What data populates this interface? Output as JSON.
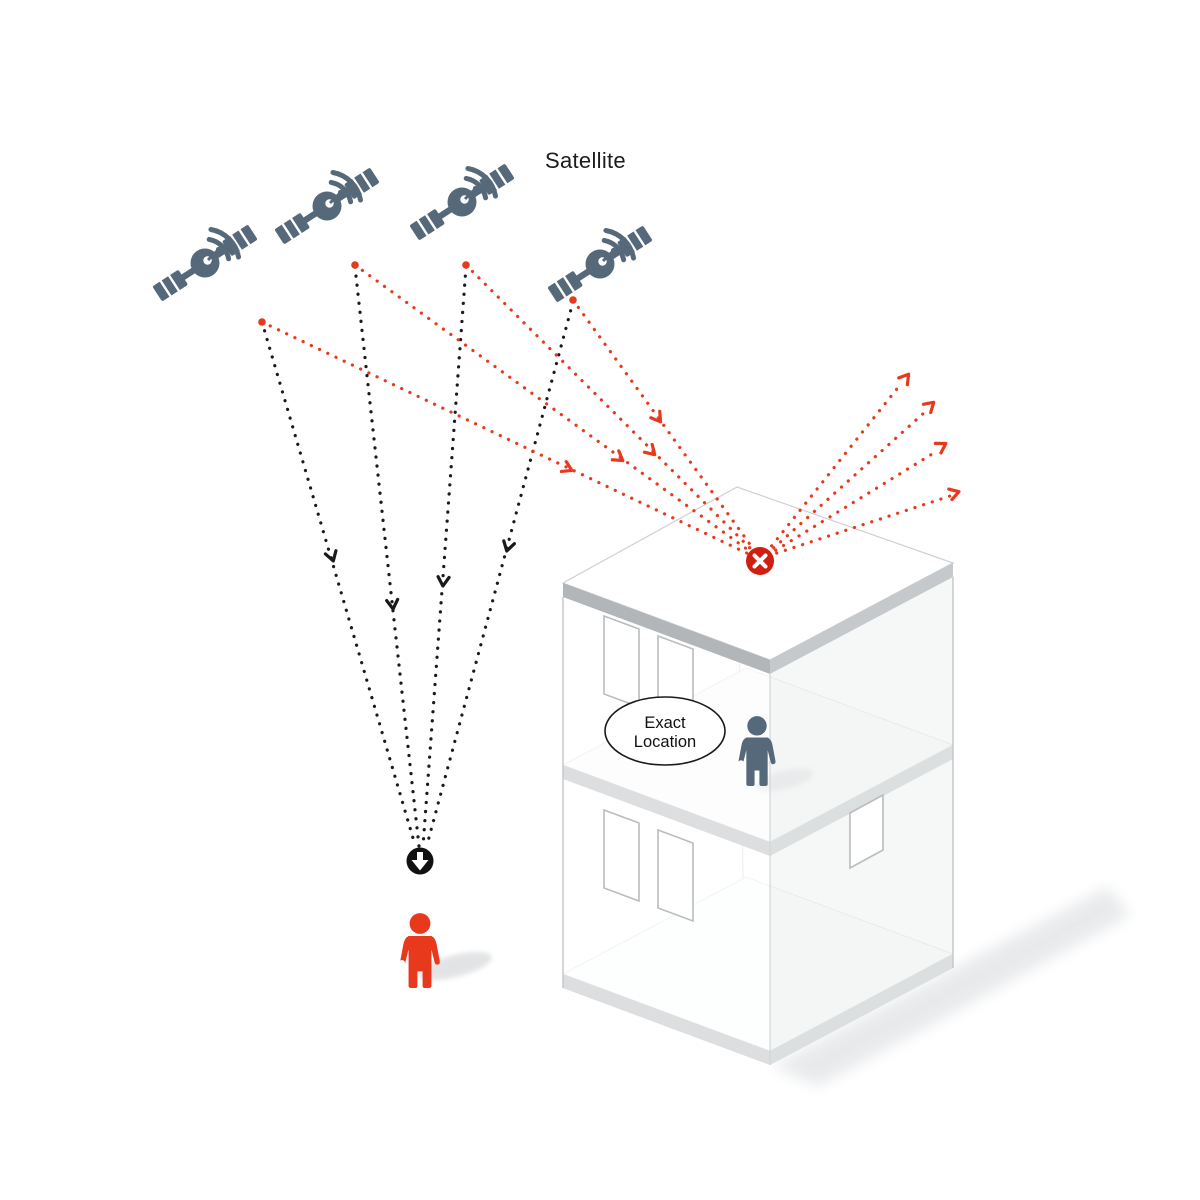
{
  "diagram": {
    "labels": {
      "satellite": "Satellite",
      "exact_location_line1": "Exact",
      "exact_location_line2": "Location"
    },
    "colors": {
      "direct_signal": "#1a1a1a",
      "reflected_signal": "#e8391d",
      "satellite_body": "#56697b",
      "outdoor_person": "#e8391d",
      "indoor_person": "#56697b",
      "blocked_marker": "#d01f10",
      "received_marker": "#111111",
      "building_rim_dark": "#b2b6b9",
      "building_rim_light": "#c6c9cb",
      "shadow": "#e4e6e8"
    },
    "icons": {
      "satellite": "satellite-icon",
      "signal_blocked": "signal-blocked-x-icon",
      "signal_received": "signal-received-arrow-icon",
      "outdoor_person": "outdoor-person-icon",
      "indoor_person": "indoor-person-icon"
    }
  }
}
